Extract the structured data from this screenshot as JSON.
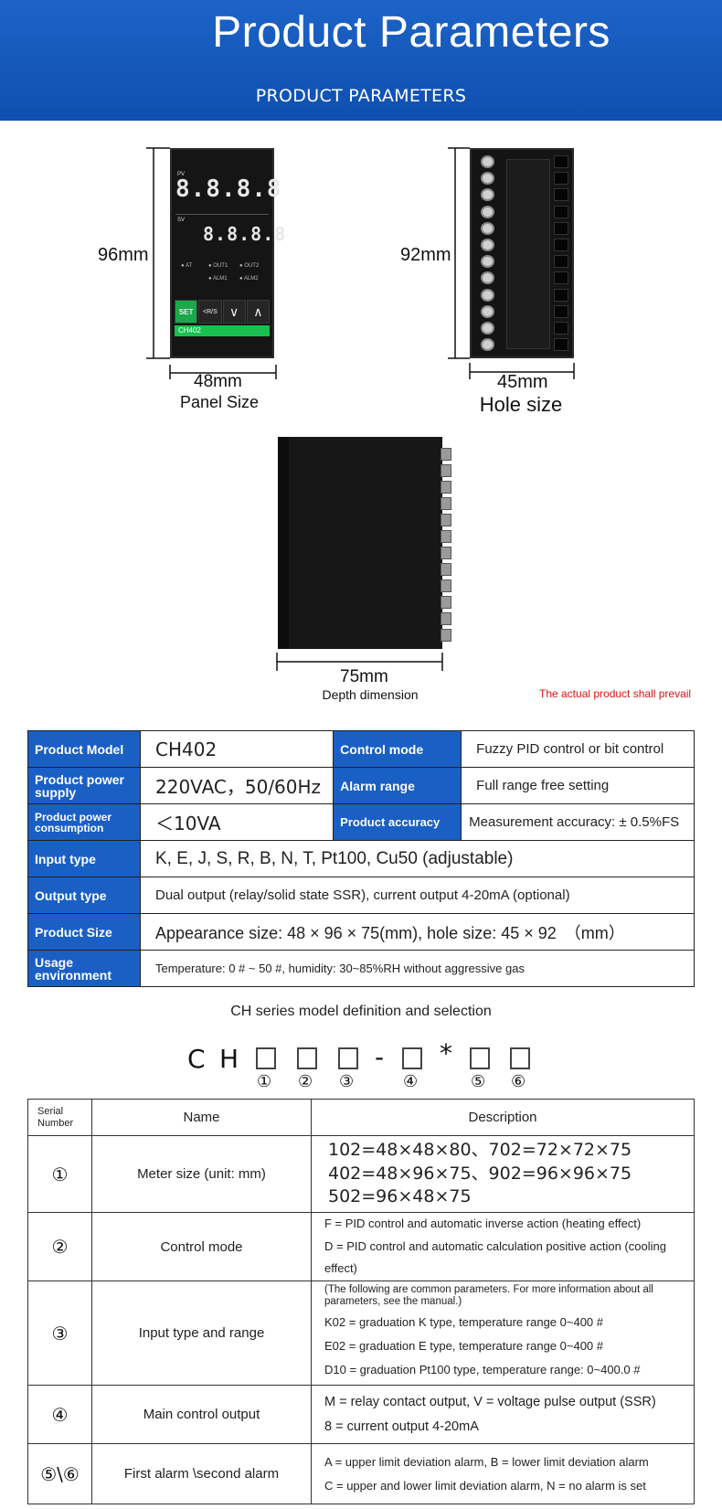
{
  "header": {
    "title": "Product Parameters",
    "subtitle": "PRODUCT PARAMETERS"
  },
  "dimensions": {
    "panel_height": "96mm",
    "panel_width": "48mm",
    "panel_caption": "Panel Size",
    "hole_height": "92mm",
    "hole_width": "45mm",
    "hole_caption": "Hole size",
    "depth": "75mm",
    "depth_caption": "Depth dimension",
    "note": "The actual product shall prevail"
  },
  "panel_device": {
    "pv_label": "PV",
    "sv_label": "SV",
    "pv_digits": "8.8.8.8",
    "sv_digits": "8.8.8.8",
    "led_at": "AT",
    "led_out1": "OUT1",
    "led_out2": "OUT2",
    "led_alm1": "ALM1",
    "led_alm2": "ALM2",
    "btn_set": "SET",
    "btn_rs": "R/S",
    "btn_down": "∨",
    "btn_up": "∧",
    "model": "CH402"
  },
  "params": {
    "product_model_label": "Product Model",
    "product_model": "CH402",
    "control_mode_label": "Control mode",
    "control_mode": "Fuzzy PID control or bit control",
    "power_supply_label": "Product power supply",
    "power_supply": "220VAC，50/60Hz",
    "alarm_range_label": "Alarm range",
    "alarm_range": "Full range free setting",
    "power_consumption_label": "Product power consumption",
    "power_consumption": "＜10VA",
    "accuracy_label": "Product accuracy",
    "accuracy": "Measurement accuracy: ± 0.5%FS",
    "input_type_label": "Input type",
    "input_type": "K, E, J, S, R, B, N, T, Pt100, Cu50 (adjustable)",
    "output_type_label": "Output type",
    "output_type": "Dual output (relay/solid state SSR), current output 4-20mA (optional)",
    "product_size_label": "Product Size",
    "product_size": "Appearance size: 48 × 96 × 75(mm), hole size: 45 × 92　（mm）",
    "usage_label": "Usage environment",
    "usage": "Temperature: 0 # ~ 50 #, humidity: 30~85%RH without aggressive gas"
  },
  "model_definition": {
    "title": "CH series model definition and selection",
    "code_c": "C",
    "code_h": "H",
    "dash": "-",
    "star": "*",
    "c1": "①",
    "c2": "②",
    "c3": "③",
    "c4": "④",
    "c5": "⑤",
    "c6": "⑥"
  },
  "model_table": {
    "col_serial": "Serial Number",
    "col_name": "Name",
    "col_desc": "Description",
    "rows": [
      {
        "num": "①",
        "name": "Meter size (unit: mm)",
        "lines": [
          "102=48×48×80、702=72×72×75",
          "402=48×96×75、902=96×96×75",
          "502=96×48×75"
        ]
      },
      {
        "num": "②",
        "name": "Control mode",
        "lines": [
          "F = PID control and automatic inverse action (heating effect)",
          "D = PID control and automatic calculation positive action (cooling effect)"
        ]
      },
      {
        "num": "③",
        "name": "Input type and range",
        "note": "(The following are common parameters. For more information about all parameters, see the manual.)",
        "lines": [
          "K02 = graduation K type, temperature range 0~400 #",
          "E02 = graduation E type, temperature range 0~400 #",
          "D10 = graduation Pt100 type, temperature range: 0~400.0 #"
        ]
      },
      {
        "num": "④",
        "name": "Main control output",
        "lines": [
          "M = relay contact output, V = voltage pulse output (SSR)",
          "8 = current output 4-20mA"
        ]
      },
      {
        "num": "⑤\\⑥",
        "name": "First alarm \\second alarm",
        "lines": [
          "A = upper limit deviation alarm, B = lower limit deviation alarm",
          "C = upper and lower limit deviation alarm, N = no alarm is set"
        ]
      }
    ]
  }
}
